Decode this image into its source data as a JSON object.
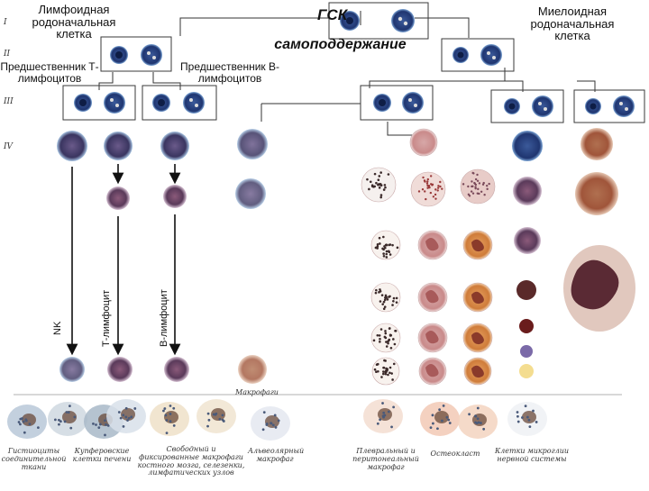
{
  "title": "ГСК",
  "subtitle": "самоподдержание",
  "lymphoid_root": "Лимфоидная родоначальная клетка",
  "myeloid_root": "Миелоидная родоначальная клетка",
  "t_precursor": "Предшественник Т-лимфоцитов",
  "b_precursor": "Предшественник В-лимфоцитов",
  "lineage_labels": {
    "nk": "NK",
    "t": "Т-лимфоцит",
    "b": "В-лимфоцит"
  },
  "roman_numerals": [
    "I",
    "II",
    "III",
    "IV"
  ],
  "handwritten_captions": {
    "macrophage": "Макрофаги",
    "tissue": "Гистиоциты соединительной ткани",
    "kupffer": "Купферовские клетки печени",
    "free": "Свободный и фиксированные макрофаги костного мозга, селезенки, лимфатических узлов",
    "alveolar": "Альвеолярный макрофаг",
    "pleural": "Плевральный и перитонеальный макрофаг",
    "osteoclast": "Остеокласт",
    "microglia": "Клетки микроглии нервной системы"
  },
  "colors": {
    "box_border": "#3a3a3a",
    "cell_blue": "#2d4a8a",
    "cell_purple": "#6b4a6e",
    "granule_red": "#b5472f",
    "granule_dark": "#3b2a2a",
    "macrophage_brown": "#8a5a3a"
  }
}
